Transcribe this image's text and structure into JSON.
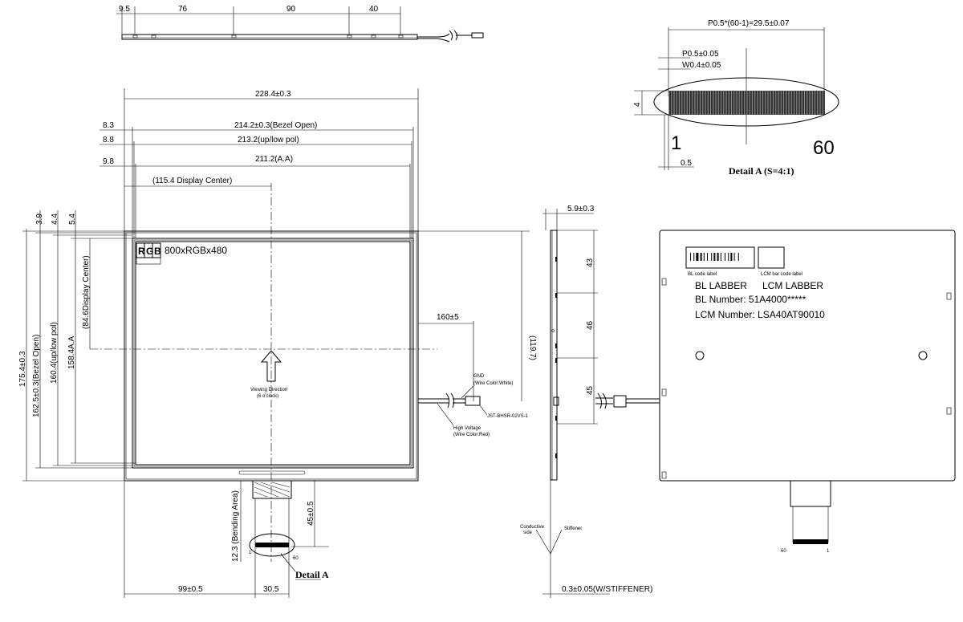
{
  "top_view": {
    "dims": [
      "9.5",
      "76",
      "90",
      "40"
    ]
  },
  "front_view": {
    "width_overall": "228.4±0.3",
    "bezel_offset": "8.3",
    "pol_offset": "8.8",
    "aa_offset": "9.8",
    "bezel_open_w": "214.2±0.3(Bezel Open)",
    "pol_w": "213.2(up/low pol)",
    "aa_w": "211.2(A.A)",
    "display_center_x": "(115.4 Display Center)",
    "top_off_1": "3.9",
    "top_off_2": "4.4",
    "top_off_3": "5.4",
    "height_overall": "175.4±0.3",
    "bezel_open_h": "162.5±0.3(Bezel Open)",
    "pol_h": "160.4(up/low pol)",
    "aa_h": "158.4A.A",
    "display_center_y": "(84.6Display Center)",
    "rgb": [
      "R",
      "G",
      "B"
    ],
    "resolution": "800xRGBx480",
    "viewing_direction": "Viewing Direction",
    "viewing_clock": "(6 o'clock)",
    "cable_len": "160±5",
    "height_119": "(119.7)",
    "gnd": "GND",
    "gnd_color": "(Wire Color:White)",
    "connector": "JST-BHSR-02VS-1",
    "high_voltage": "High Voltage",
    "hv_color": "(Wire Color:Red)",
    "fpc_len": "45±0.5",
    "bending": "12.3 (Bending Area)",
    "pin_1": "1",
    "pin_60": "60",
    "detail_ref": "Detail A",
    "bottom_x": "99±0.5",
    "fpc_w": "30.5"
  },
  "detail_a": {
    "pitch_total": "P0.5*(60-1)=29.5±0.07",
    "pitch": "P0.5±0.05",
    "width": "W0.4±0.05",
    "height": "4",
    "gap": "0.5",
    "pin_1": "1",
    "pin_60": "60",
    "title": "Detail A (S=4:1)"
  },
  "side_view": {
    "thickness": "5.9±0.3",
    "d1": "43",
    "d2": "46",
    "d3": "45",
    "conductive": "Conductive",
    "side": "side",
    "stiffener": "Stiffener",
    "stiffener_dim": "0.3±0.05(W/STIFFENER)"
  },
  "back_view": {
    "bl_code": "BL code label",
    "lcm_code": "LCM bar code label",
    "bl_labber": "BL LABBER",
    "lcm_labber": "LCM LABBER",
    "bl_number": "BL Number: 51A4000*****",
    "lcm_number": "LCM  Number: LSA40AT90010",
    "pin_60": "60",
    "pin_1": "1"
  }
}
